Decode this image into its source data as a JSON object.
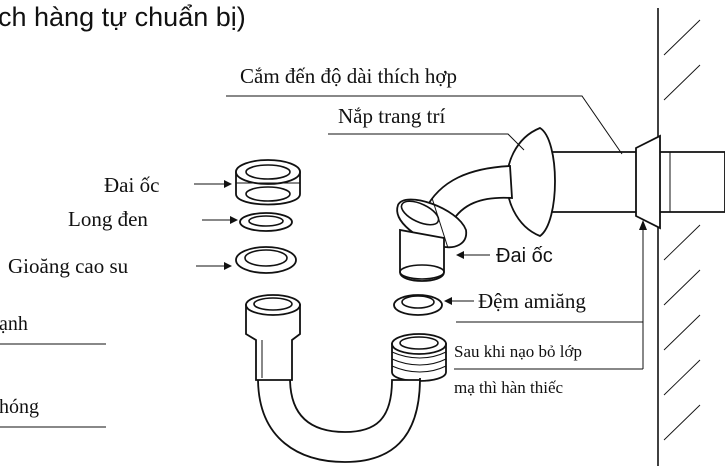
{
  "header_fragment": "ch hàng tự chuẩn bị)",
  "labels": {
    "cut_length": "Cắm đến độ dài thích hợp",
    "decor_cover": "Nắp trang trí",
    "nut_left": "Đai ốc",
    "washer": "Long đen",
    "rubber_gasket": "Gioăng cao su",
    "nut_right": "Đai ốc",
    "asbestos_pad": "Đệm amiăng",
    "solder_note_line1": "Sau khi nạo bỏ lớp",
    "solder_note_line2": "mạ thì hàn thiếc"
  },
  "left_fragments": {
    "fragment_1": "ạnh",
    "fragment_2": "hóng"
  },
  "colors": {
    "ink": "#111111",
    "background": "#ffffff"
  }
}
